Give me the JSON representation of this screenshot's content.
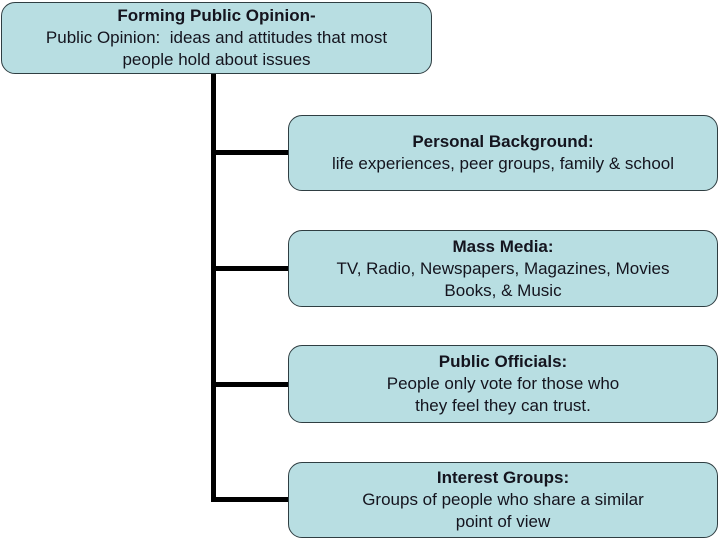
{
  "slide": {
    "colors": {
      "background": "#ffffff",
      "box_fill": "#b8dee2",
      "box_border": "#2f3e42",
      "text": "#14141e",
      "connector": "#000000"
    },
    "root": {
      "title": "Forming Public Opinion-",
      "lines": [
        "Public Opinion:  ideas and attitudes that most",
        "people hold about issues"
      ]
    },
    "nodes": [
      {
        "title": "Personal Background:",
        "lines": [
          "life experiences, peer groups, family & school"
        ]
      },
      {
        "title": "Mass Media:",
        "lines": [
          "TV, Radio, Newspapers, Magazines, Movies",
          "Books, & Music"
        ]
      },
      {
        "title": "Public Officials:",
        "lines": [
          "People only vote for those who",
          "they feel they can trust."
        ]
      },
      {
        "title": "Interest Groups:",
        "lines": [
          "Groups of people who share a similar",
          "point of view"
        ]
      }
    ]
  }
}
